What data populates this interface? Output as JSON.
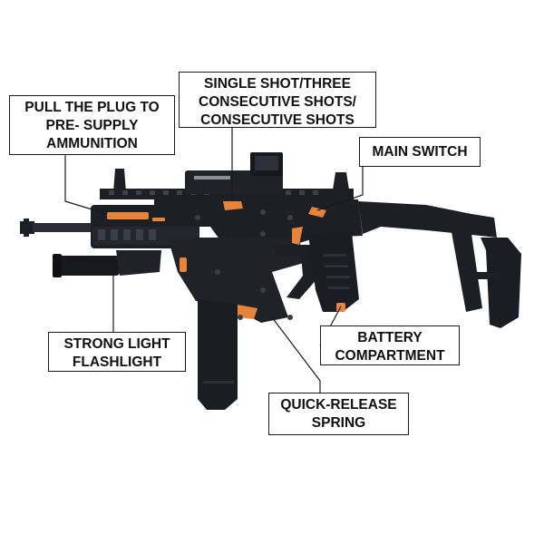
{
  "callouts": {
    "pull_plug": [
      "PULL THE PLUG TO",
      "PRE- SUPPLY",
      "AMMUNITION"
    ],
    "fire_mode": [
      "SINGLE SHOT/THREE",
      "CONSECUTIVE SHOTS/",
      "CONSECUTIVE SHOTS"
    ],
    "main_switch": [
      "MAIN SWITCH"
    ],
    "flashlight": [
      "STRONG LIGHT",
      "FLASHLIGHT"
    ],
    "battery": [
      "BATTERY",
      "COMPARTMENT"
    ],
    "spring": [
      "QUICK-RELEASE",
      "SPRING"
    ]
  },
  "colors": {
    "body": "#1c1f24",
    "accent": "#e8843a",
    "line": "#1a1a1a"
  },
  "icons": {
    "product": "blaster-image"
  }
}
